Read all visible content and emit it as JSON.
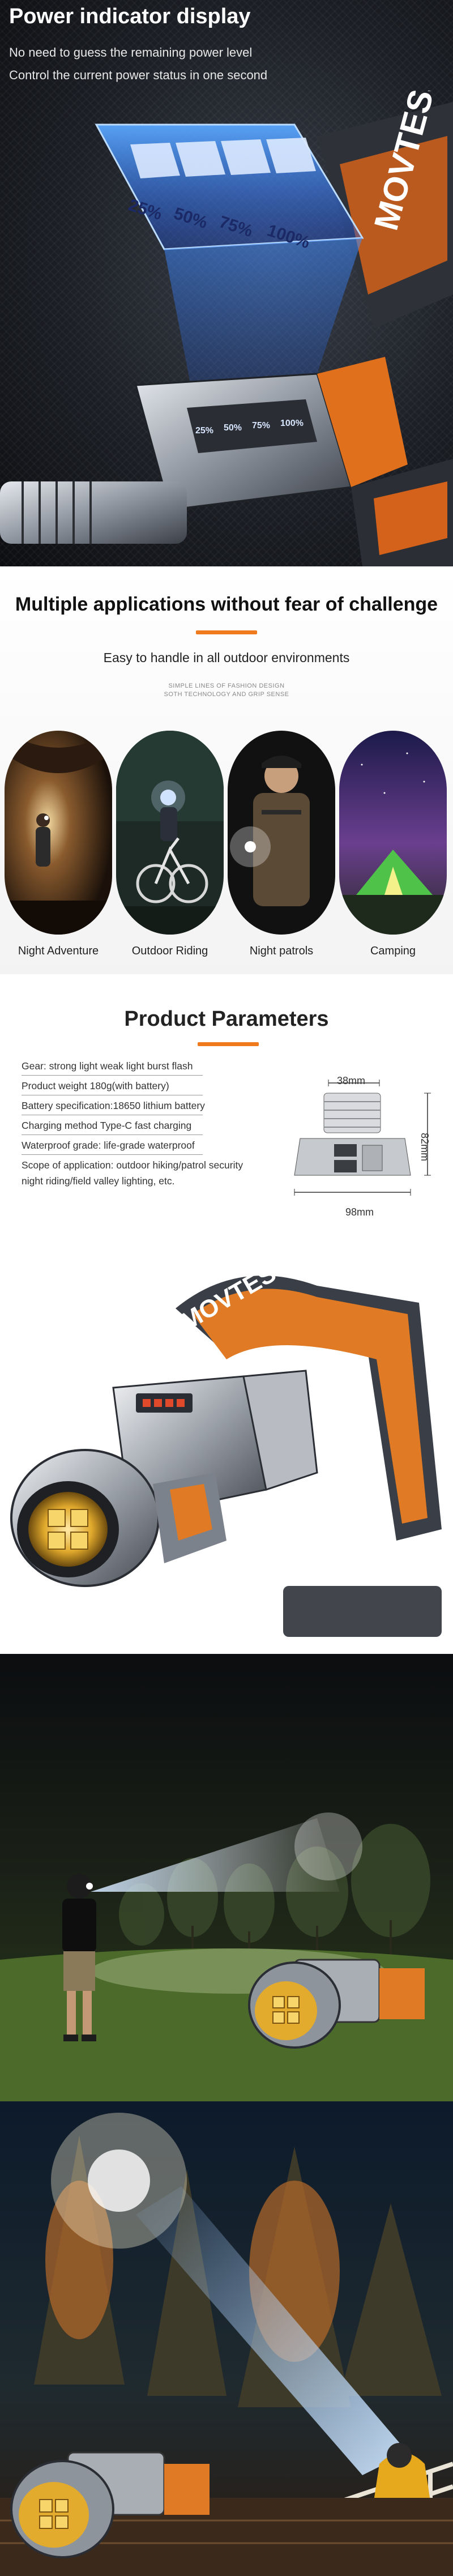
{
  "power": {
    "title": "Power indicator display",
    "subtitle_1": "No need to guess the remaining power level",
    "subtitle_2": "Control the current power status in one second",
    "levels": [
      "25%",
      "50%",
      "75%",
      "100%"
    ],
    "small_levels": [
      "25%",
      "50%",
      "75%",
      "100%"
    ],
    "brand": "MOVTESS"
  },
  "apps": {
    "title": "Multiple applications without fear of challenge",
    "subtitle": "Easy to handle in all outdoor environments",
    "tagline_1": "SIMPLE LINES OF FASHION DESIGN",
    "tagline_2": "SOTH TECHNOLOGY AND GRIP SENSE",
    "items": [
      {
        "label": "Night Adventure"
      },
      {
        "label": "Outdoor Riding"
      },
      {
        "label": "Night patrols"
      },
      {
        "label": "Camping"
      }
    ],
    "accent": "#f07b1e"
  },
  "params": {
    "title": "Product Parameters",
    "specs": [
      "Gear: strong light weak light burst flash",
      "Product weight 180g(with battery)",
      "Battery specification:18650 lithium battery",
      "Charging method Type-C fast charging",
      "Waterproof grade: life-grade waterproof",
      "Scope of application: outdoor hiking/patrol security",
      "night riding/field valley lighting, etc."
    ],
    "dim_top": "38mm",
    "dim_right": "82mm",
    "dim_bottom": "98mm",
    "brand": "MOVTESS"
  }
}
